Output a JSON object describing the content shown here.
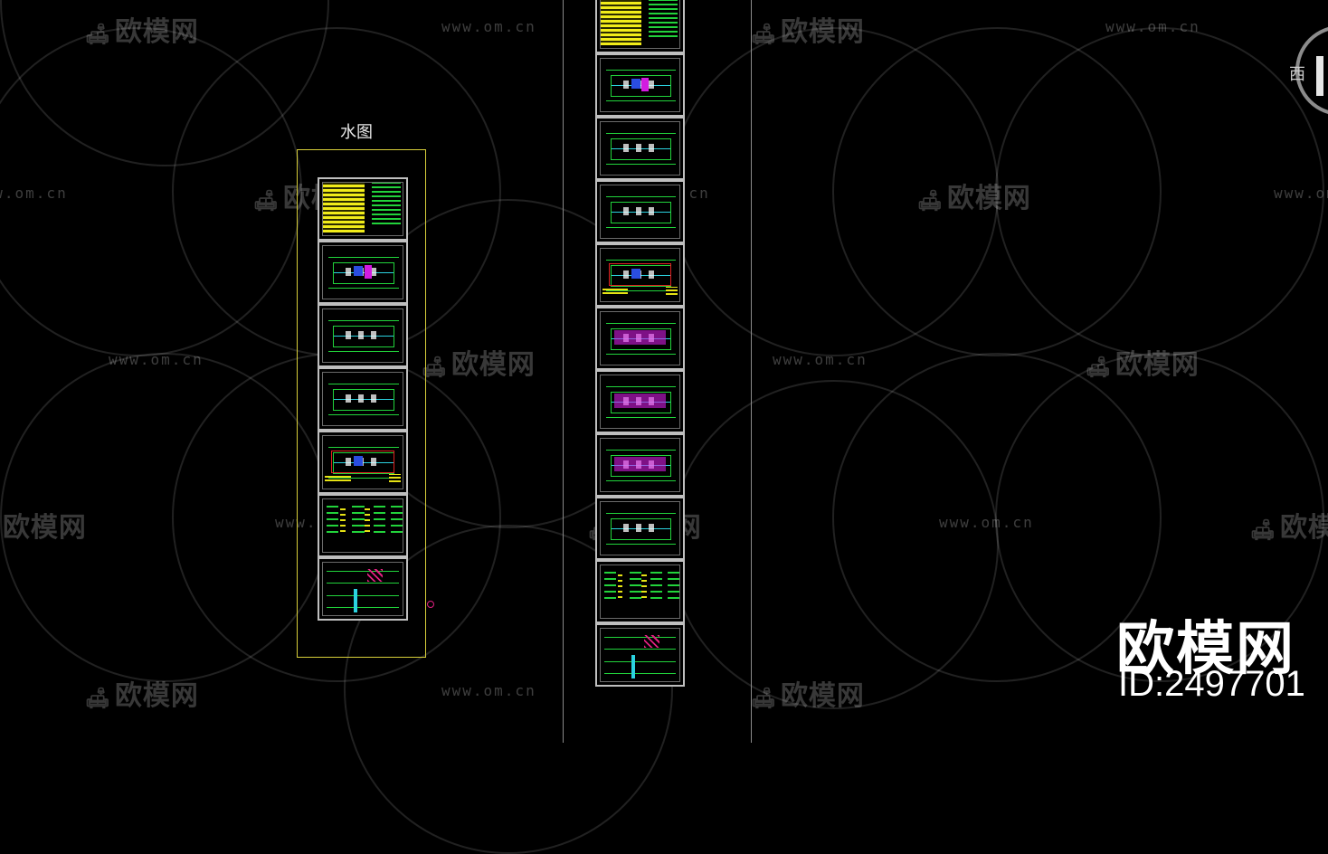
{
  "watermark": {
    "logo_text": "欧模网",
    "sofa_glyph": "🛋",
    "url_text": "www.om.cn"
  },
  "viewport": {
    "layout_label": "水图",
    "compass_label": "西"
  },
  "branding": {
    "name": "欧模网",
    "id_text": "ID:2497701"
  },
  "colors": {
    "background": "#000000",
    "frame": "#d8cf3a",
    "sheet_border": "#bfbfbf",
    "cad_green": "#22d33b",
    "cad_yellow": "#f1ec1a",
    "cad_magenta": "#d21ce0",
    "cad_cyan": "#2bd3e0"
  }
}
